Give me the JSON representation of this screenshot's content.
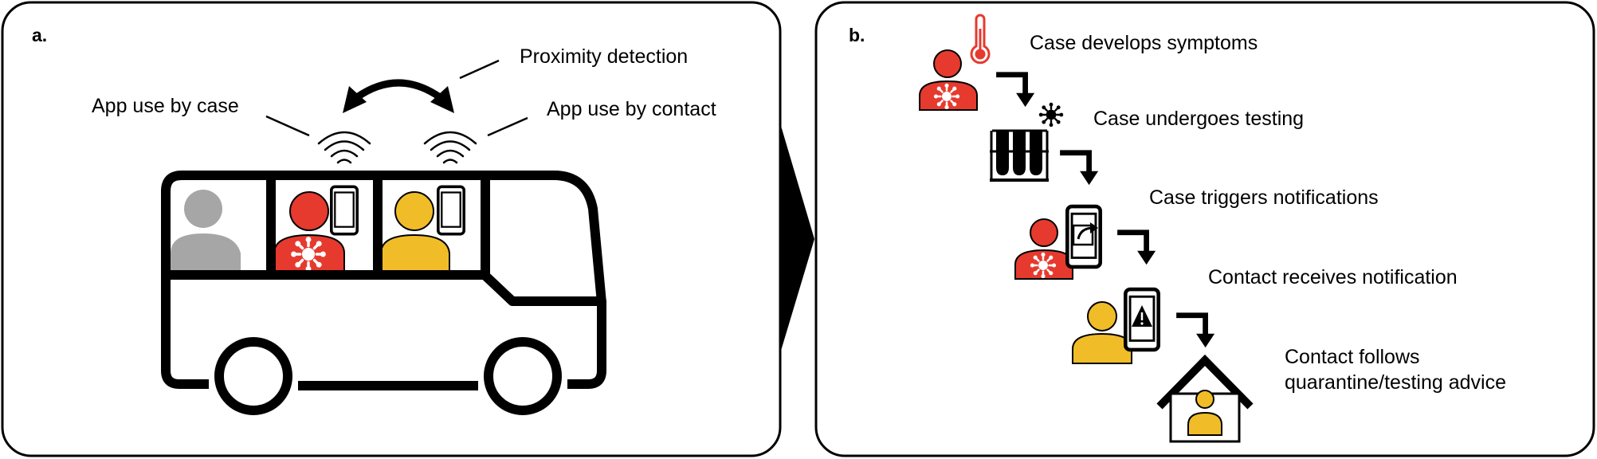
{
  "colors": {
    "case": "#e63a2e",
    "contact": "#f0bd28",
    "bystander": "#a6a6a6",
    "outline": "#000000",
    "thermometer": "#e63a2e"
  },
  "panel_a": {
    "letter": "a.",
    "labels": {
      "proximity": "Proximity detection",
      "app_case": "App use by case",
      "app_contact": "App use by contact"
    },
    "icons": [
      "bus-icon",
      "signal-icon",
      "phone-icon",
      "person-icon",
      "virus-icon",
      "double-arrow-icon"
    ]
  },
  "panel_b": {
    "letter": "b.",
    "steps": [
      {
        "label": "Case develops symptoms",
        "icon": "thermometer-icon"
      },
      {
        "label": "Case undergoes testing",
        "icon": "test-tubes-icon"
      },
      {
        "label": "Case triggers notifications",
        "icon": "share-phone-icon"
      },
      {
        "label": "Contact receives notification",
        "icon": "warning-phone-icon"
      },
      {
        "label_line1": "Contact follows",
        "label_line2": "quarantine/testing advice",
        "icon": "house-icon"
      }
    ]
  }
}
